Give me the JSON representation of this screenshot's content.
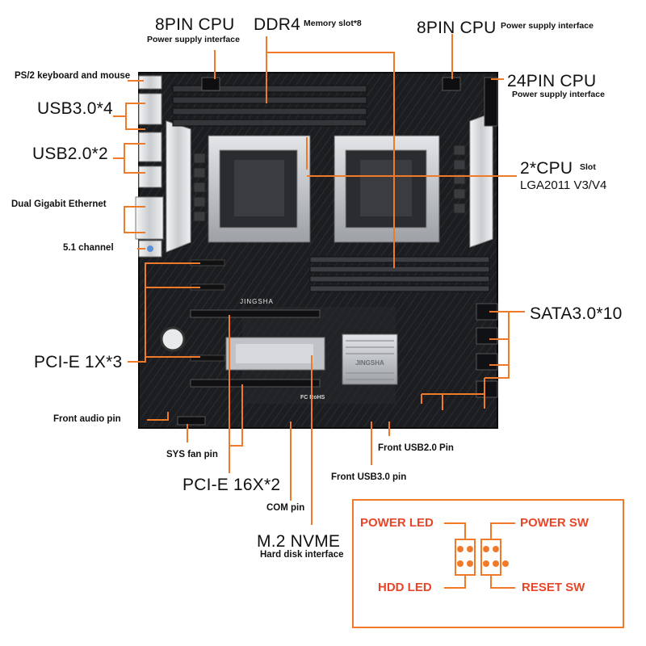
{
  "labels": {
    "cpu8pin_left_title": "8PIN CPU",
    "cpu8pin_left_sub": "Power supply interface",
    "ddr4_title": "DDR4",
    "ddr4_sub": "Memory slot*8",
    "cpu8pin_right_title": "8PIN CPU",
    "cpu8pin_right_sub": "Power supply interface",
    "ps2": "PS/2 keyboard and mouse",
    "usb30": "USB3.0*4",
    "usb20": "USB2.0*2",
    "ethernet": "Dual Gigabit Ethernet",
    "audio51": "5.1 channel",
    "pin24_title": "24PIN CPU",
    "pin24_sub": "Power supply interface",
    "cpu_slot_title": "2*CPU",
    "cpu_slot_word": "Slot",
    "cpu_slot_sub": "LGA2011 V3/V4",
    "sata": "SATA3.0*10",
    "pcie1x": "PCI-E 1X*3",
    "front_audio": "Front audio pin",
    "sys_fan": "SYS fan pin",
    "pcie16x": "PCI-E 16X*2",
    "com": "COM pin",
    "m2_title": "M.2 NVME",
    "m2_sub": "Hard disk interface",
    "front_usb20": "Front USB2.0 Pin",
    "front_usb30": "Front USB3.0 pin"
  },
  "board": {
    "brand": "JINGSHA",
    "heatsink_logo": "JINGSHA",
    "cert_marks": "FC RoHS"
  },
  "header_inset": {
    "power_led": "POWER LED",
    "power_sw": "POWER SW",
    "hdd_led": "HDD  LED",
    "reset_sw": "RESET SW"
  },
  "colors": {
    "callout": "#f07a2a",
    "inset_text": "#e8462a",
    "board": "#1c1d20",
    "silver": "#d9dbde"
  }
}
